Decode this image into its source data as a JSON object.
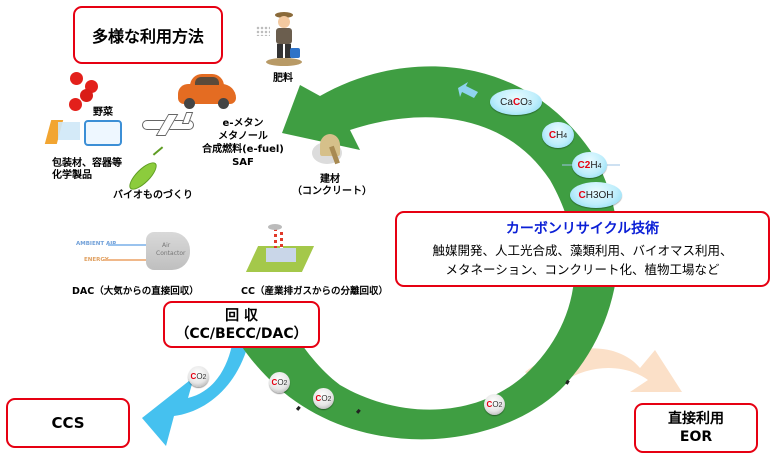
{
  "title_box": {
    "label": "多様な利用方法"
  },
  "uses": {
    "fertilizer": "肥料",
    "vegetables": "野菜",
    "packaging_line1": "包装材、容器等",
    "packaging_line2": "化学製品",
    "bio": "バイオものづくり",
    "fuel_line1": "e-メタン",
    "fuel_line2": "メタノール",
    "fuel_line3": "合成燃料(e-fuel)",
    "fuel_line4": "SAF",
    "building_line1": "建材",
    "building_line2": "（コンクリート）"
  },
  "molecules": [
    {
      "pre": "Ca",
      "c": "C",
      "post": "O",
      "sub": "3"
    },
    {
      "pre": "",
      "c": "C",
      "post": "H",
      "sub": "4"
    },
    {
      "pre": "",
      "c": "C2",
      "post": "H",
      "sub": "4"
    },
    {
      "pre": "",
      "c": "C",
      "post": "H3OH",
      "sub": ""
    }
  ],
  "recycle_box": {
    "title": "カーボンリサイクル技術",
    "line1": "触媒開発、人工光合成、藻類利用、バイオマス利用、",
    "line2": "メタネーション、コンクリート化、植物工場など"
  },
  "capture": {
    "dac_caption": "DAC（大気からの直接回収）",
    "cc_caption": "CC（産業排ガスからの分離回収）",
    "dac_ambient": "AMBIENT AIR",
    "dac_energy": "ENERGY",
    "dac_contactor_line1": "Air",
    "dac_contactor_line2": "Contactor",
    "box_line1": "回 収",
    "box_line2": "（CC/BECC/DAC）"
  },
  "co2": {
    "c": "C",
    "o": "O",
    "sub": "2"
  },
  "ccs_box": {
    "label": "CCS"
  },
  "direct_box": {
    "line1": "直接利用",
    "line2": "EOR"
  },
  "colors": {
    "ring": "#3f9e42",
    "accent_red": "#e60012",
    "title_blue": "#0b1fd6",
    "ccs_arrow": "#45c1ef",
    "eor_arrow": "#fbe0c8"
  }
}
